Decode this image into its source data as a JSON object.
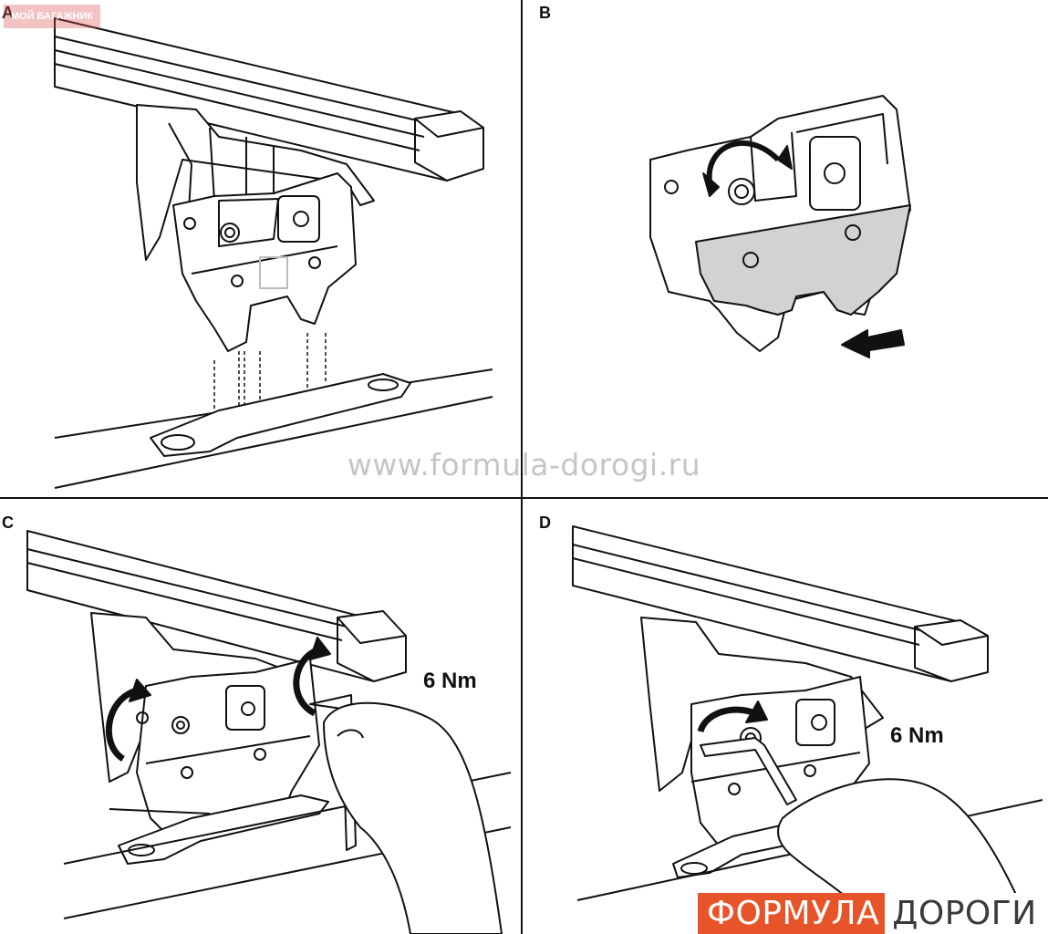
{
  "panels": [
    {
      "label": "A"
    },
    {
      "label": "B"
    },
    {
      "label": "C",
      "torque": "6 Nm"
    },
    {
      "label": "D",
      "torque": "6 Nm"
    }
  ],
  "stamp": "МОЙ БАГАЖНИК",
  "watermark": "www.formula-dorogi.ru",
  "logo": {
    "part1": "ФОРМУЛА",
    "part2": "ДОРОГИ",
    "accent": "#e8542a"
  },
  "colors": {
    "plate_fill": "#d2d2d2",
    "line": "#111111"
  }
}
